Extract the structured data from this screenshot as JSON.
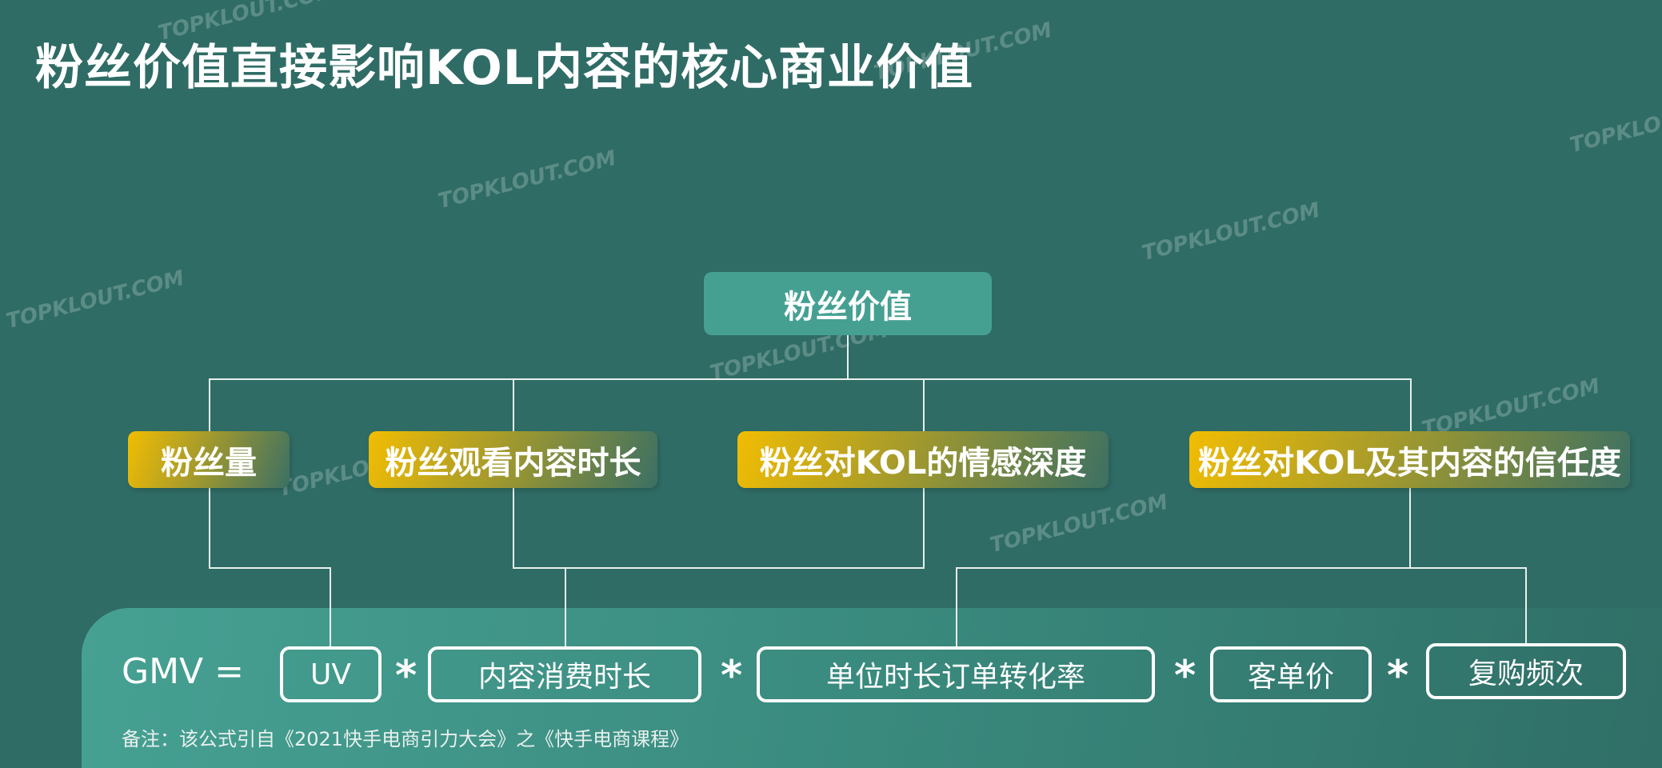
{
  "title": "粉丝价值直接影响KOL内容的核心商业价值",
  "root": "粉丝价值",
  "factors": [
    "粉丝量",
    "粉丝观看内容时长",
    "粉丝对KOL的情感深度",
    "粉丝对KOL及其内容的信任度"
  ],
  "formula": {
    "lhs": "GMV =",
    "terms": [
      "UV",
      "内容消费时长",
      "单位时长订单转化率",
      "客单价",
      "复购频次"
    ],
    "operator": "*"
  },
  "note": "备注：该公式引自《2021快手电商引力大会》之《快手电商课程》",
  "watermark": "TOPKLOUT.COM",
  "colors": {
    "background": "#2f6c65",
    "root": "#45a092",
    "factor_start": "#f2bd02"
  }
}
